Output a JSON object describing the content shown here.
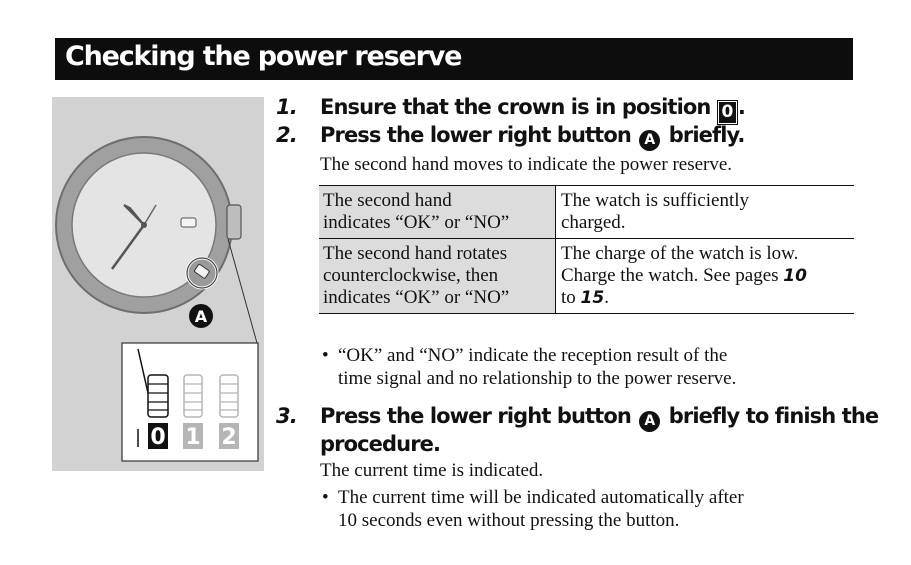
{
  "header": {
    "title": "Checking the power reserve"
  },
  "illustration": {
    "button_marker": "A",
    "crown_positions": [
      "0",
      "1",
      "2"
    ],
    "colors": {
      "panel": "#d2d2d2",
      "case": "#9a9a9a",
      "dial": "#e6e6e6",
      "inactive_crown": "#b5b5b5"
    }
  },
  "steps": [
    {
      "number": "1.",
      "text": "Ensure that the crown is in position",
      "position_glyph": "0",
      "suffix": "."
    },
    {
      "number": "2.",
      "text": "Press the lower right button",
      "button_glyph": "A",
      "suffix": "briefly.",
      "description": "The second hand moves to indicate the power reserve."
    },
    {
      "number": "3.",
      "text_line1": "Press the lower right button",
      "button_glyph": "A",
      "suffix": "briefly to finish the",
      "text_line2": "procedure.",
      "description": "The current time is indicated."
    }
  ],
  "table": {
    "rows": [
      {
        "condition": [
          "The second hand",
          "indicates “OK” or “NO”"
        ],
        "result": [
          "The watch is sufficiently",
          "charged."
        ]
      },
      {
        "condition": [
          "The second hand rotates",
          "counterclockwise, then",
          "indicates “OK” or “NO”"
        ],
        "result_line1": "The charge of the watch is low.",
        "result_line2_prefix": "Charge the watch. See pages",
        "page_from": "10",
        "result_line3_prefix": "to",
        "page_to": "15",
        "result_line3_suffix": "."
      }
    ]
  },
  "notes": {
    "bullet": "•",
    "note_ok_no": [
      "“OK” and “NO” indicate the reception result of the",
      "time signal and no relationship to the power reserve."
    ],
    "note_auto": [
      "The current time will be indicated automatically after",
      "10 seconds even without pressing the button."
    ]
  }
}
